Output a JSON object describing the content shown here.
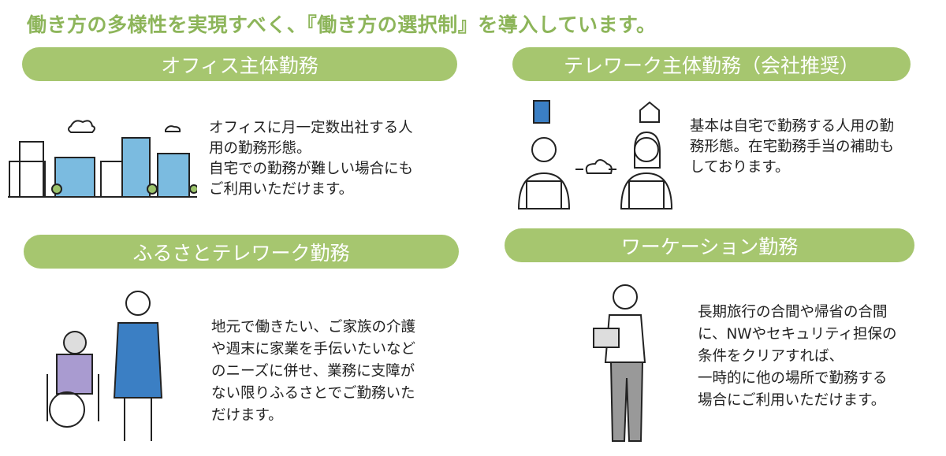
{
  "title": "働き方の多様性を実現すべく、『働き方の選択制』を導入しています。",
  "sections": [
    {
      "heading": "オフィス主体勤務",
      "body": "オフィスに月一定数出社する人\n用の勤務形態。\n自宅での勤務が難しい場合にも\nご利用いただけます。"
    },
    {
      "heading": "テレワーク主体勤務（会社推奨）",
      "body": "基本は自宅で勤務する人用の勤\n務形態。在宅勤務手当の補助も\nしております。"
    },
    {
      "heading": "ふるさとテレワーク勤務",
      "body": "地元で働きたい、ご家族の介護\nや週末に家業を手伝いたいなど\nのニーズに併せ、業務に支障が\nない限りふるさとでご勤務いた\nだけます。"
    },
    {
      "heading": "ワーケーション勤務",
      "body": "長期旅行の合間や帰省の合間\nに、NWやセキュリティ担保の\n条件をクリアすれば、\n一時的に他の場所で勤務する\n場合にご利用いただけます。"
    }
  ],
  "colors": {
    "title": "#8db55a",
    "pill": "#a6c66f",
    "accent_blue": "#3b7fc4"
  }
}
